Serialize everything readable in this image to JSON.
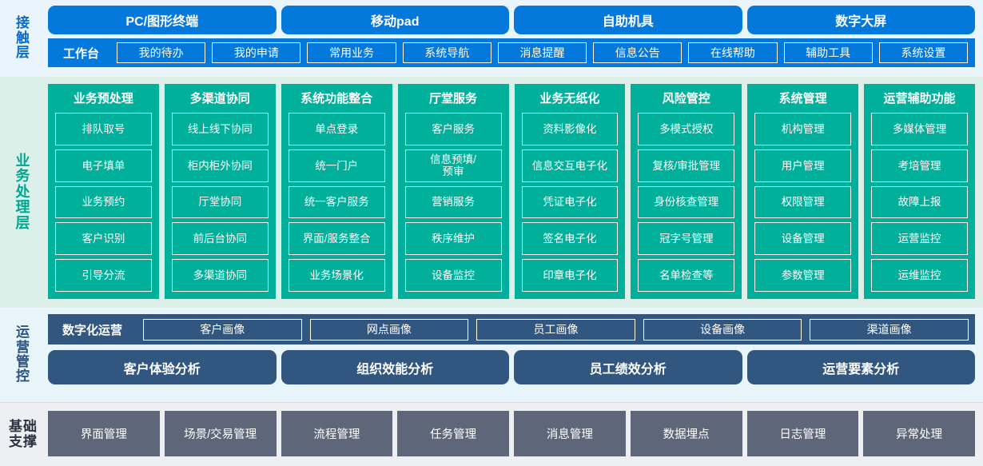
{
  "layers": {
    "contact": {
      "label": "接触层",
      "channels": [
        {
          "label": "PC/图形终端"
        },
        {
          "label": "移动pad"
        },
        {
          "label": "自助机具"
        },
        {
          "label": "数字大屏"
        }
      ],
      "workbench_title": "工作台",
      "workbench_items": [
        {
          "label": "我的待办"
        },
        {
          "label": "我的申请"
        },
        {
          "label": "常用业务"
        },
        {
          "label": "系统导航"
        },
        {
          "label": "消息提醒"
        },
        {
          "label": "信息公告"
        },
        {
          "label": "在线帮助"
        },
        {
          "label": "辅助工具"
        },
        {
          "label": "系统设置"
        }
      ]
    },
    "business": {
      "label": "业务处理层",
      "columns": [
        {
          "title": "业务预处理",
          "items": [
            "排队取号",
            "电子填单",
            "业务预约",
            "客户识别",
            "引导分流"
          ]
        },
        {
          "title": "多渠道协同",
          "items": [
            "线上线下协同",
            "柜内柜外协同",
            "厅堂协同",
            "前后台协同",
            "多渠道协同"
          ]
        },
        {
          "title": "系统功能整合",
          "items": [
            "单点登录",
            "统一门户",
            "统一客户服务",
            "界面/服务整合",
            "业务场景化"
          ]
        },
        {
          "title": "厅堂服务",
          "items": [
            "客户服务",
            "信息预填/\n预审",
            "营销服务",
            "秩序维护",
            "设备监控"
          ]
        },
        {
          "title": "业务无纸化",
          "items": [
            "资料影像化",
            "信息交互电子化",
            "凭证电子化",
            "签名电子化",
            "印章电子化"
          ]
        },
        {
          "title": "风险管控",
          "items": [
            "多模式授权",
            "复核/审批管理",
            "身份核查管理",
            "冠字号管理",
            "名单检查等"
          ]
        },
        {
          "title": "系统管理",
          "items": [
            "机构管理",
            "用户管理",
            "权限管理",
            "设备管理",
            "参数管理"
          ]
        },
        {
          "title": "运营辅助功能",
          "items": [
            "多媒体管理",
            "考培管理",
            "故障上报",
            "运营监控",
            "运维监控"
          ]
        }
      ]
    },
    "operations": {
      "label": "运营管控",
      "digital_title": "数字化运营",
      "portraits": [
        {
          "label": "客户画像"
        },
        {
          "label": "网点画像"
        },
        {
          "label": "员工画像"
        },
        {
          "label": "设备画像"
        },
        {
          "label": "渠道画像"
        }
      ],
      "analysis": [
        {
          "label": "客户体验分析"
        },
        {
          "label": "组织效能分析"
        },
        {
          "label": "员工绩效分析"
        },
        {
          "label": "运营要素分析"
        }
      ]
    },
    "base": {
      "label": "基础支撑",
      "items": [
        {
          "label": "界面管理"
        },
        {
          "label": "场景/交易管理"
        },
        {
          "label": "流程管理"
        },
        {
          "label": "任务管理"
        },
        {
          "label": "消息管理"
        },
        {
          "label": "数据埋点"
        },
        {
          "label": "日志管理"
        },
        {
          "label": "异常处理"
        }
      ]
    }
  },
  "colors": {
    "contact_blue": "#0578dc",
    "contact_bg": "#e9f4fd",
    "business_teal": "#00b09b",
    "business_bg": "#dcefe9",
    "ops_navy": "#31567f",
    "ops_bg": "#e8f5fb",
    "base_gray": "#5d6779",
    "base_bg": "#edeff2"
  }
}
